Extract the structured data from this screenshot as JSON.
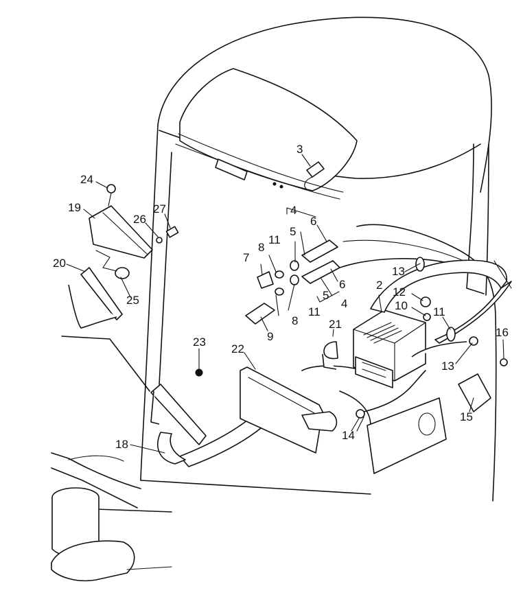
{
  "callouts": [
    {
      "id": "c2",
      "label": "2"
    },
    {
      "id": "c3",
      "label": "3"
    },
    {
      "id": "c4a",
      "label": "4"
    },
    {
      "id": "c4b",
      "label": "4"
    },
    {
      "id": "c5a",
      "label": "5"
    },
    {
      "id": "c5b",
      "label": "5"
    },
    {
      "id": "c6a",
      "label": "6"
    },
    {
      "id": "c6b",
      "label": "6"
    },
    {
      "id": "c7",
      "label": "7"
    },
    {
      "id": "c8a",
      "label": "8"
    },
    {
      "id": "c8b",
      "label": "8"
    },
    {
      "id": "c9",
      "label": "9"
    },
    {
      "id": "c10",
      "label": "10"
    },
    {
      "id": "c11a",
      "label": "11"
    },
    {
      "id": "c11b",
      "label": "11"
    },
    {
      "id": "c11c",
      "label": "11"
    },
    {
      "id": "c12",
      "label": "12"
    },
    {
      "id": "c13a",
      "label": "13"
    },
    {
      "id": "c13b",
      "label": "13"
    },
    {
      "id": "c14",
      "label": "14"
    },
    {
      "id": "c15",
      "label": "15"
    },
    {
      "id": "c16",
      "label": "16"
    },
    {
      "id": "c18",
      "label": "18"
    },
    {
      "id": "c19",
      "label": "19"
    },
    {
      "id": "c20",
      "label": "20"
    },
    {
      "id": "c21",
      "label": "21"
    },
    {
      "id": "c22",
      "label": "22"
    },
    {
      "id": "c23",
      "label": "23"
    },
    {
      "id": "c24",
      "label": "24"
    },
    {
      "id": "c25",
      "label": "25"
    },
    {
      "id": "c26",
      "label": "26"
    },
    {
      "id": "c27",
      "label": "27"
    }
  ]
}
